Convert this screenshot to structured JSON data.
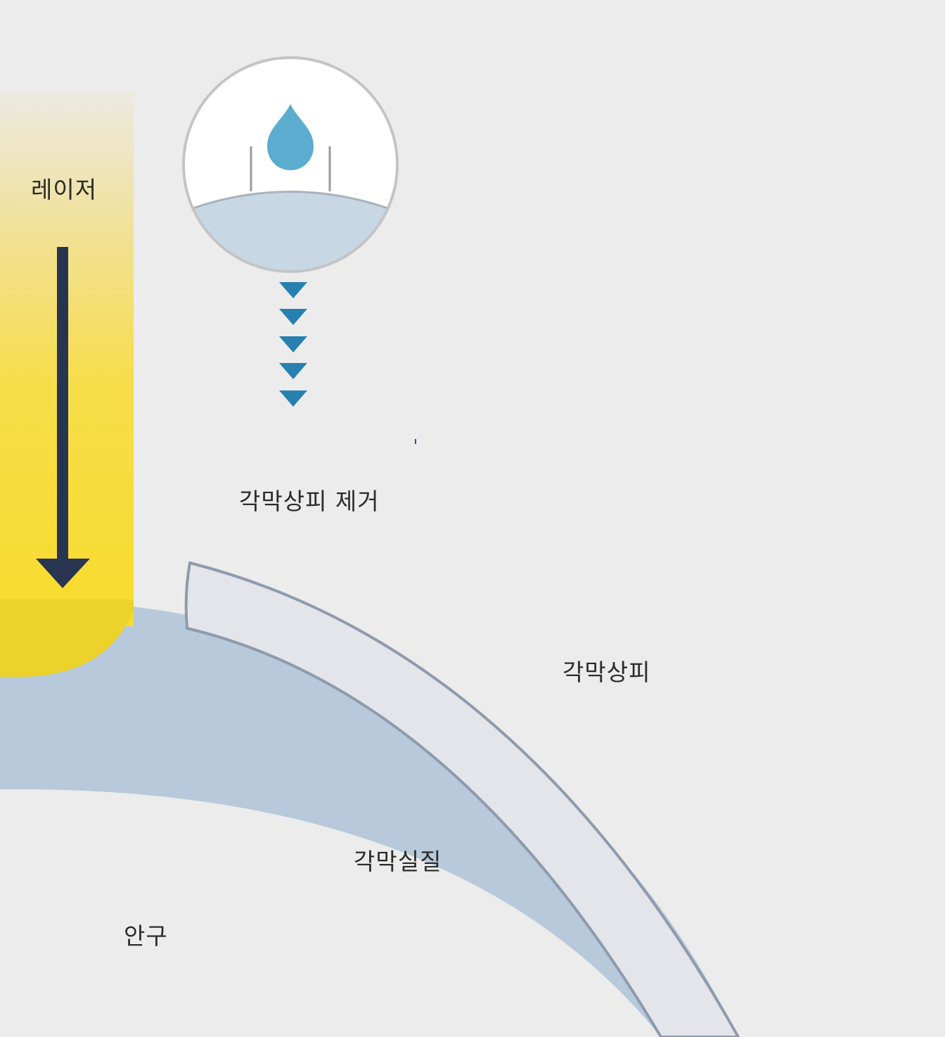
{
  "labels": {
    "laser": "레이저",
    "epithelium_removal": "각막상피 제거",
    "epithelium": "각막상피",
    "stroma": "각막실질",
    "eyeball": "안구"
  },
  "colors": {
    "background": "#ececec",
    "laser_beam": "#f9dc2c",
    "laser_spot": "#ecd22a",
    "arrow": "#283550",
    "stroma": "#b7c9da",
    "epithelium": "#e3e5ea",
    "epithelium_outline": "#8e9bac",
    "drop": "#5badd0",
    "droplet_chevrons": "#2780b0",
    "inset_tissue": "#c7d7e4"
  },
  "icons": {
    "drop": "water-drop-icon",
    "arrow": "arrow-down-icon",
    "chevrons": "chevron-down-icon"
  }
}
